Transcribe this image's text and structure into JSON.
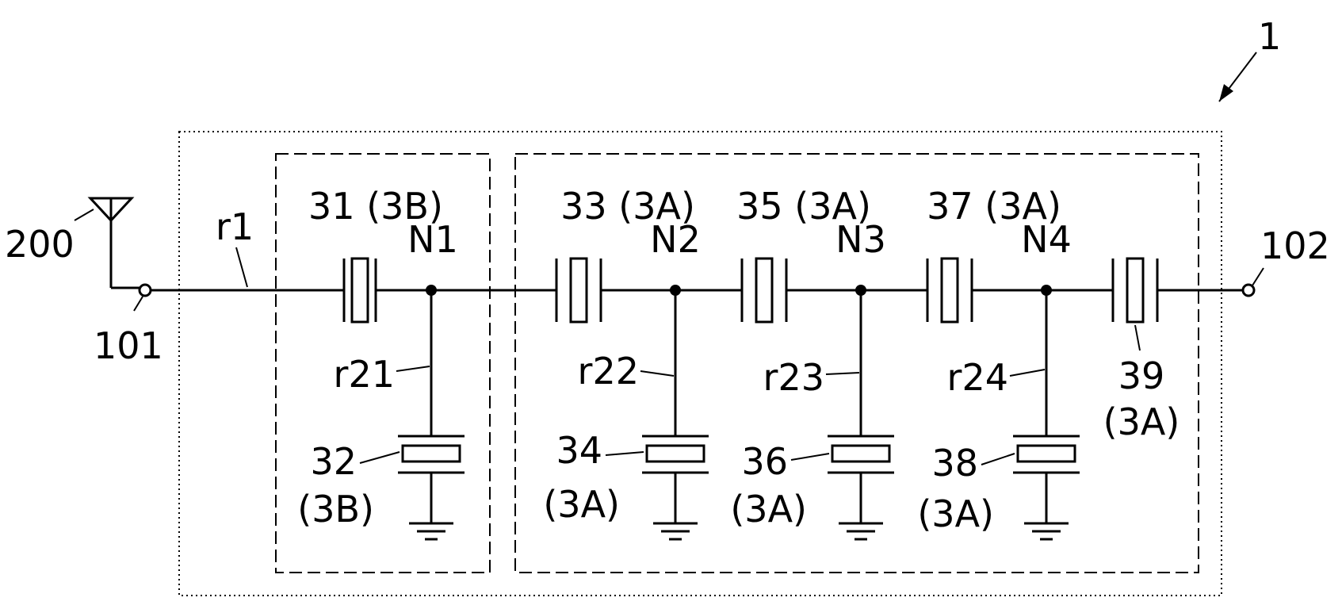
{
  "figure": {
    "ref": "1",
    "antenna": "200",
    "input_terminal": "101",
    "output_terminal": "102",
    "line_r1": "r1",
    "nodes": [
      "N1",
      "N2",
      "N3",
      "N4"
    ],
    "series": [
      {
        "num": "31",
        "type": "(3B)"
      },
      {
        "num": "33",
        "type": "(3A)"
      },
      {
        "num": "35",
        "type": "(3A)"
      },
      {
        "num": "37",
        "type": "(3A)"
      },
      {
        "num": "39",
        "type": "(3A)"
      }
    ],
    "shunt": [
      {
        "line": "r21",
        "num": "32",
        "type": "(3B)"
      },
      {
        "line": "r22",
        "num": "34",
        "type": "(3A)"
      },
      {
        "line": "r23",
        "num": "36",
        "type": "(3A)"
      },
      {
        "line": "r24",
        "num": "38",
        "type": "(3A)"
      }
    ]
  }
}
